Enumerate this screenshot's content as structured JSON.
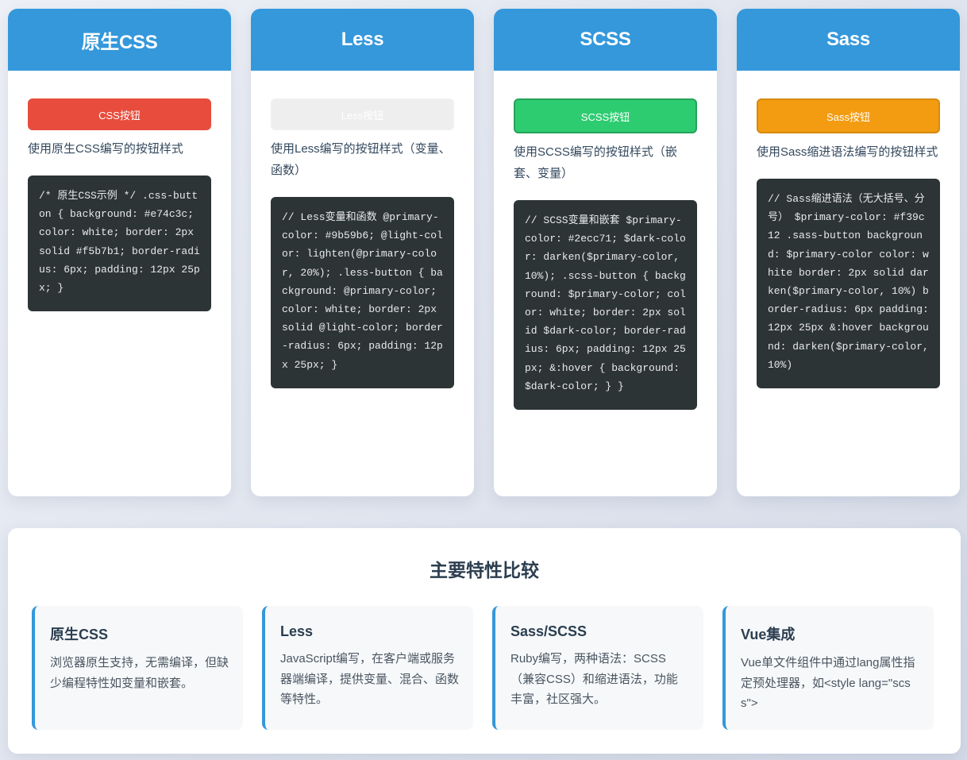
{
  "cards": [
    {
      "title": "原生CSS",
      "button_label": "CSS按钮",
      "description": "使用原生CSS编写的按钮样式",
      "code": "/* 原生CSS示例 */ .css-button { background: #e74c3c; color: white; border: 2px solid #f5b7b1; border-radius: 6px; padding: 12px 25px; }"
    },
    {
      "title": "Less",
      "button_label": "Less按钮",
      "description": "使用Less编写的按钮样式（变量、函数）",
      "code": "// Less变量和函数 @primary-color: #9b59b6; @light-color: lighten(@primary-color, 20%); .less-button { background: @primary-color; color: white; border: 2px solid @light-color; border-radius: 6px; padding: 12px 25px; }"
    },
    {
      "title": "SCSS",
      "button_label": "SCSS按钮",
      "description": "使用SCSS编写的按钮样式（嵌套、变量）",
      "code": "// SCSS变量和嵌套 $primary-color: #2ecc71; $dark-color: darken($primary-color, 10%); .scss-button { background: $primary-color; color: white; border: 2px solid $dark-color; border-radius: 6px; padding: 12px 25px; &:hover { background: $dark-color; } }"
    },
    {
      "title": "Sass",
      "button_label": "Sass按钮",
      "description": "使用Sass缩进语法编写的按钮样式",
      "code": "// Sass缩进语法（无大括号、分号） $primary-color: #f39c12 .sass-button background: $primary-color color: white border: 2px solid darken($primary-color, 10%) border-radius: 6px padding: 12px 25px &:hover background: darken($primary-color, 10%)"
    }
  ],
  "comparison": {
    "title": "主要特性比较",
    "features": [
      {
        "title": "原生CSS",
        "text": "浏览器原生支持，无需编译，但缺少编程特性如变量和嵌套。"
      },
      {
        "title": "Less",
        "text": "JavaScript编写，在客户端或服务器端编译，提供变量、混合、函数等特性。"
      },
      {
        "title": "Sass/SCSS",
        "text": "Ruby编写，两种语法：SCSS（兼容CSS）和缩进语法，功能丰富，社区强大。"
      },
      {
        "title": "Vue集成",
        "text": "Vue单文件组件中通过lang属性指定预处理器，如<style lang=\"scss\">"
      }
    ]
  },
  "colors": {
    "header_blue": "#3498db",
    "css_button": "#e74c3c",
    "less_button": "#eeeeee",
    "scss_button": "#2ecc71",
    "sass_button": "#f39c12",
    "code_bg": "#2d3436"
  }
}
